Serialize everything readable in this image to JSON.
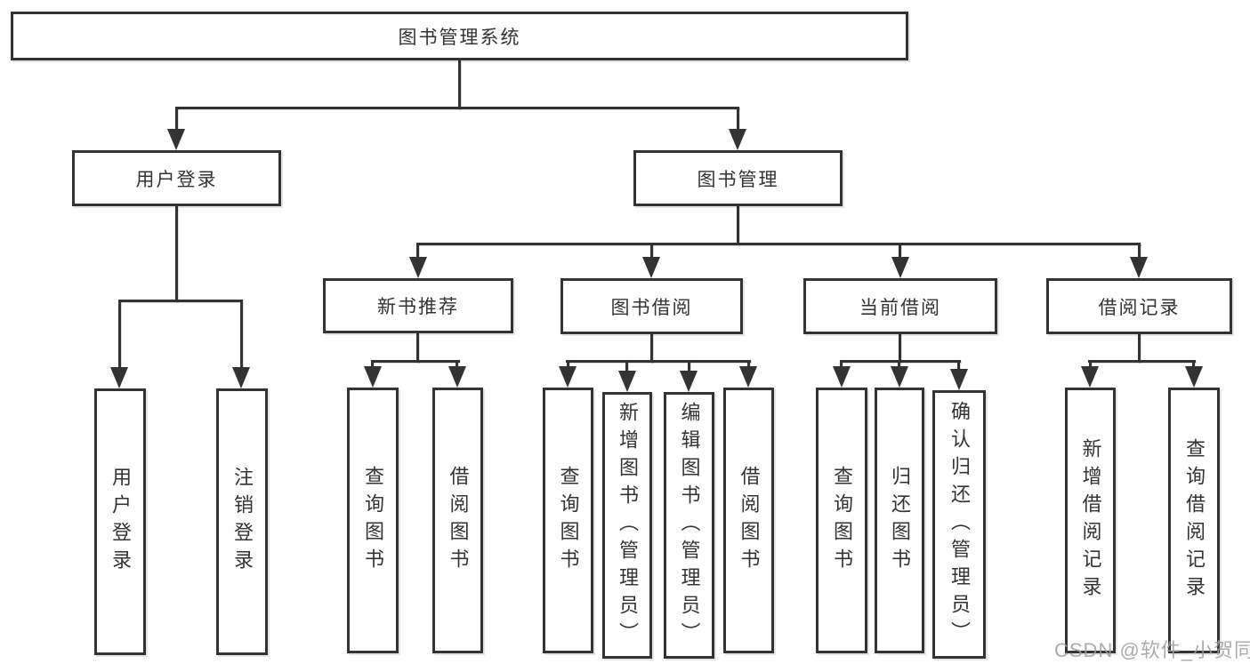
{
  "diagram_title": "图书管理系统",
  "nodes": {
    "root": "图书管理系统",
    "user_login": "用户登录",
    "book_management": "图书管理",
    "login": "用户登录",
    "logout": "注销登录",
    "new_book_recommend": "新书推荐",
    "book_borrow": "图书借阅",
    "current_borrow": "当前借阅",
    "borrow_record": "借阅记录",
    "recommend_query_book": "查询图书",
    "recommend_borrow_book": "借阅图书",
    "borrow_query_book": "查询图书",
    "borrow_add_book": "新增图书（管理员）",
    "borrow_edit_book": "编辑图书（管理员）",
    "borrow_borrow_book": "借阅图书",
    "current_query_book": "查询图书",
    "current_return_book": "归还图书",
    "current_confirm_return": "确认归还（管理员）",
    "record_add_record": "新增借阅记录",
    "record_query_record": "查询借阅记录"
  },
  "watermark": "CSDN @软件_小贺同学",
  "colors": {
    "line": "#333333",
    "box_background": "#ffffff",
    "text": "#333333",
    "watermark": "#9e9e9e"
  }
}
